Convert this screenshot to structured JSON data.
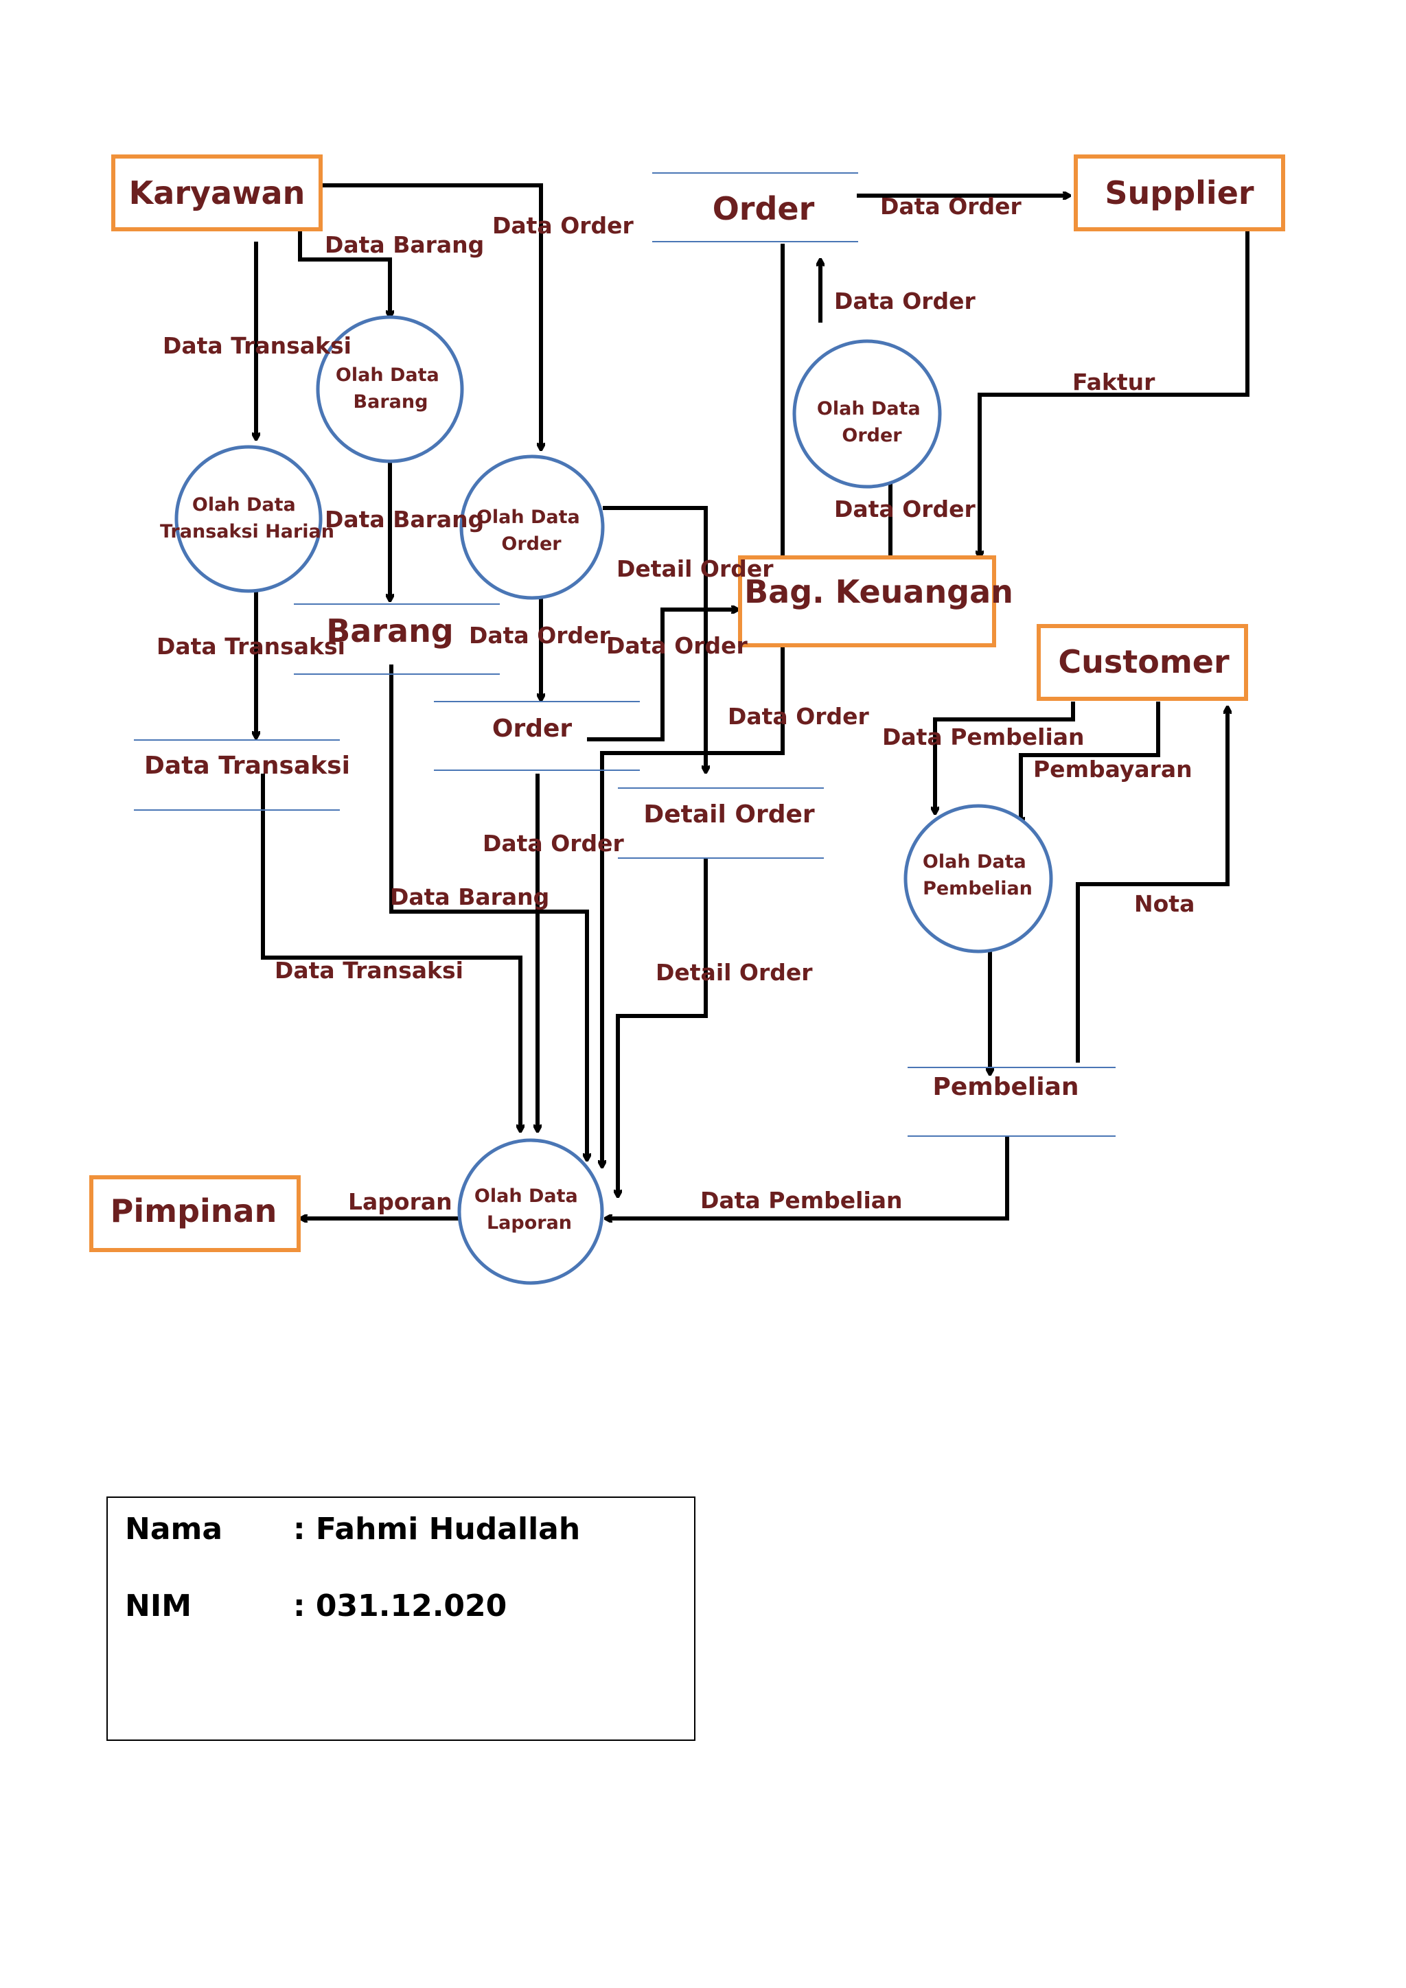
{
  "entities": {
    "karyawan": "Karyawan",
    "supplier": "Supplier",
    "bag_keuangan": "Bag. Keuangan",
    "customer": "Customer",
    "pimpinan": "Pimpinan"
  },
  "processes": {
    "olah_data_barang": [
      "Olah Data",
      "Barang"
    ],
    "olah_data_transaksi_harian": [
      "Olah Data",
      "Transaksi Harian"
    ],
    "olah_data_order_left": [
      "Olah Data",
      "Order"
    ],
    "olah_data_order_right": [
      "Olah Data",
      "Order"
    ],
    "olah_data_pembelian": [
      "Olah Data",
      "Pembelian"
    ],
    "olah_data_laporan": [
      "Olah Data",
      "Laporan"
    ]
  },
  "stores": {
    "order_top": "Order",
    "barang": "Barang",
    "order_mid": "Order",
    "data_transaksi": "Data Transaksi",
    "detail_order": "Detail Order",
    "pembelian": "Pembelian"
  },
  "flows": {
    "karyawan_data_order": "Data Order",
    "karyawan_data_barang": "Data Barang",
    "karyawan_data_transaksi": "Data Transaksi",
    "order_to_supplier": "Data Order",
    "proc_order_to_store": "Data Order",
    "supplier_faktur": "Faktur",
    "keuangan_to_proc_order": "Data Order",
    "barang_proc_to_store": "Data Barang",
    "detail_order_to_keuangan": "Detail Order",
    "proc_to_order_store": "Data Order",
    "order_store_to_keuangan": "Data Order",
    "transaksi_proc_to_store": "Data Transaksi",
    "order_top_down": "Data Order",
    "customer_data_pembelian": "Data Pembelian",
    "customer_pembayaran": "Pembayaran",
    "order_mid_to_laporan": "Data Order",
    "barang_to_laporan": "Data Barang",
    "nota": "Nota",
    "transaksi_to_laporan": "Data Transaksi",
    "detail_order_to_laporan": "Detail Order",
    "laporan_to_pimpinan": "Laporan",
    "pembelian_to_laporan": "Data Pembelian"
  },
  "info": {
    "nama_key": "Nama",
    "nama_value": ": Fahmi Hudallah",
    "nim_key": "NIM",
    "nim_value": ": 031.12.020"
  },
  "colors": {
    "entity_border": "#f0913a",
    "process_border": "#4a76b5",
    "store_line": "#4a76b5",
    "flow_line": "#000000",
    "label_text": "#6b1f1f"
  }
}
